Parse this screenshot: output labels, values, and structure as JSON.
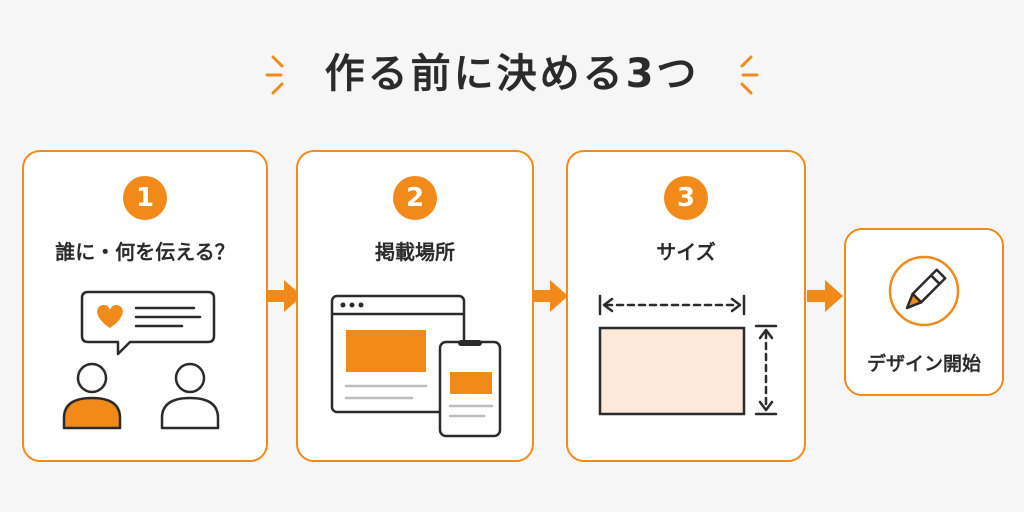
{
  "title": "作る前に決める3つ",
  "colors": {
    "accent": "#f28a1a",
    "size_fill": "#fde8d9",
    "line": "#2b2b2b"
  },
  "steps": [
    {
      "number": "1",
      "label": "誰に・何を伝える？",
      "icon": "conversation-people-icon"
    },
    {
      "number": "2",
      "label": "掲載場所",
      "icon": "browser-and-phone-icon"
    },
    {
      "number": "3",
      "label": "サイズ",
      "icon": "size-rectangle-icon"
    }
  ],
  "final_step": {
    "label": "デザイン開始",
    "icon": "pencil-icon"
  }
}
